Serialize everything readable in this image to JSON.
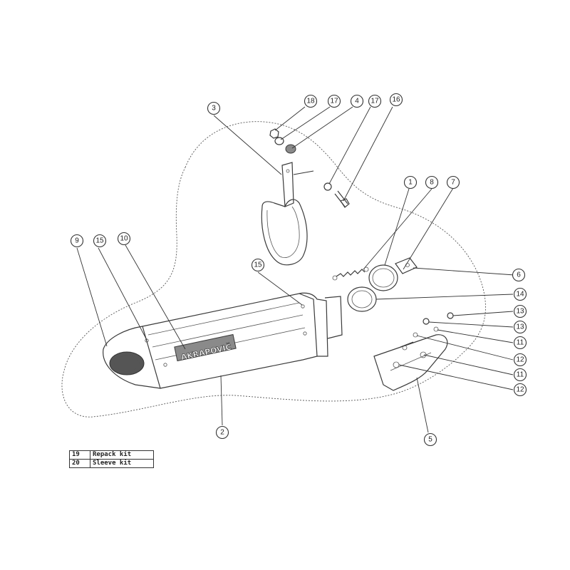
{
  "brand_label": "AKRAPOVIČ",
  "callouts": [
    {
      "id": "c-1",
      "label": "1"
    },
    {
      "id": "c-2",
      "label": "2"
    },
    {
      "id": "c-3",
      "label": "3"
    },
    {
      "id": "c-4",
      "label": "4"
    },
    {
      "id": "c-5",
      "label": "5"
    },
    {
      "id": "c-6",
      "label": "6"
    },
    {
      "id": "c-7",
      "label": "7"
    },
    {
      "id": "c-8",
      "label": "8"
    },
    {
      "id": "c-9",
      "label": "9"
    },
    {
      "id": "c-10",
      "label": "10"
    },
    {
      "id": "c-11a",
      "label": "11"
    },
    {
      "id": "c-11b",
      "label": "11"
    },
    {
      "id": "c-12a",
      "label": "12"
    },
    {
      "id": "c-12b",
      "label": "12"
    },
    {
      "id": "c-13a",
      "label": "13"
    },
    {
      "id": "c-13b",
      "label": "13"
    },
    {
      "id": "c-14",
      "label": "14"
    },
    {
      "id": "c-15a",
      "label": "15"
    },
    {
      "id": "c-15b",
      "label": "15"
    },
    {
      "id": "c-16",
      "label": "16"
    },
    {
      "id": "c-17a",
      "label": "17"
    },
    {
      "id": "c-17b",
      "label": "17"
    },
    {
      "id": "c-18",
      "label": "18"
    }
  ],
  "kits": [
    {
      "number": "19",
      "name": "Repack kit"
    },
    {
      "number": "20",
      "name": "Sleeve kit"
    }
  ]
}
